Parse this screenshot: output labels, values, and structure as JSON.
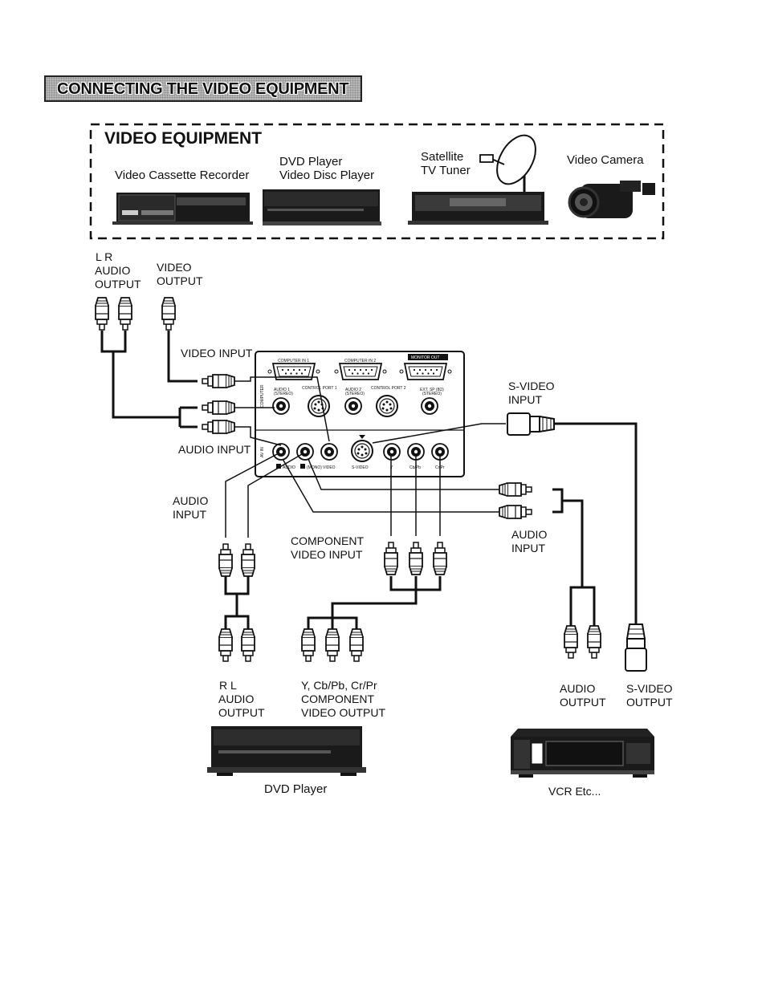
{
  "title": "CONNECTING THE VIDEO EQUIPMENT",
  "equipment_box": {
    "heading": "VIDEO EQUIPMENT",
    "items": {
      "vcr": "Video Cassette Recorder",
      "dvd_line1": "DVD Player",
      "dvd_line2": "Video Disc Player",
      "sat_line1": "Satellite",
      "sat_line2": "TV Tuner",
      "camera": "Video Camera"
    }
  },
  "labels": {
    "lr": "L  R",
    "audio_output_top": "AUDIO",
    "output_top": "OUTPUT",
    "video_top": "VIDEO",
    "video_output_top": "OUTPUT",
    "video_input": "VIDEO INPUT",
    "audio_input_left": "AUDIO INPUT",
    "audio_input_mid_1": "AUDIO",
    "audio_input_mid_2": "INPUT",
    "component_1": "COMPONENT",
    "component_2": "VIDEO INPUT",
    "svideo_input_1": "S-VIDEO",
    "svideo_input_2": "INPUT",
    "audio_input_right_1": "AUDIO",
    "audio_input_right_2": "INPUT",
    "rl": "R    L",
    "audio_output_dvd_1": "AUDIO",
    "audio_output_dvd_2": "OUTPUT",
    "comp_out_1": "Y, Cb/Pb, Cr/Pr",
    "comp_out_2": "COMPONENT",
    "comp_out_3": "VIDEO OUTPUT",
    "audio_output_vcr_1": "AUDIO",
    "audio_output_vcr_2": "OUTPUT",
    "svideo_output_1": "S-VIDEO",
    "svideo_output_2": "OUTPUT",
    "dvd_player": "DVD Player",
    "vcr_etc": "VCR Etc..."
  },
  "panel": {
    "computer_in_1": "COMPUTER IN 1",
    "computer_in_2": "COMPUTER IN 2",
    "monitor_out": "MONITOR OUT",
    "computer_side": "COMPUTER",
    "av_in_side": "AV IN",
    "audio1": "AUDIO 1",
    "stereo1": "(STEREO)",
    "control_port_1": "CONTROL PORT 1",
    "audio2": "AUDIO 2",
    "stereo2": "(STEREO)",
    "control_port_2": "CONTROL PORT 2",
    "ext_sp": "EXT. SP (8Ω)",
    "stereo3": "(STEREO)",
    "audio": "AUDIO",
    "mono": "(MONO)",
    "video": "VIDEO",
    "svideo": "S-VIDEO",
    "y": "Y",
    "cbpb": "Cb/Pb",
    "crpr": "Cr/Pr"
  }
}
